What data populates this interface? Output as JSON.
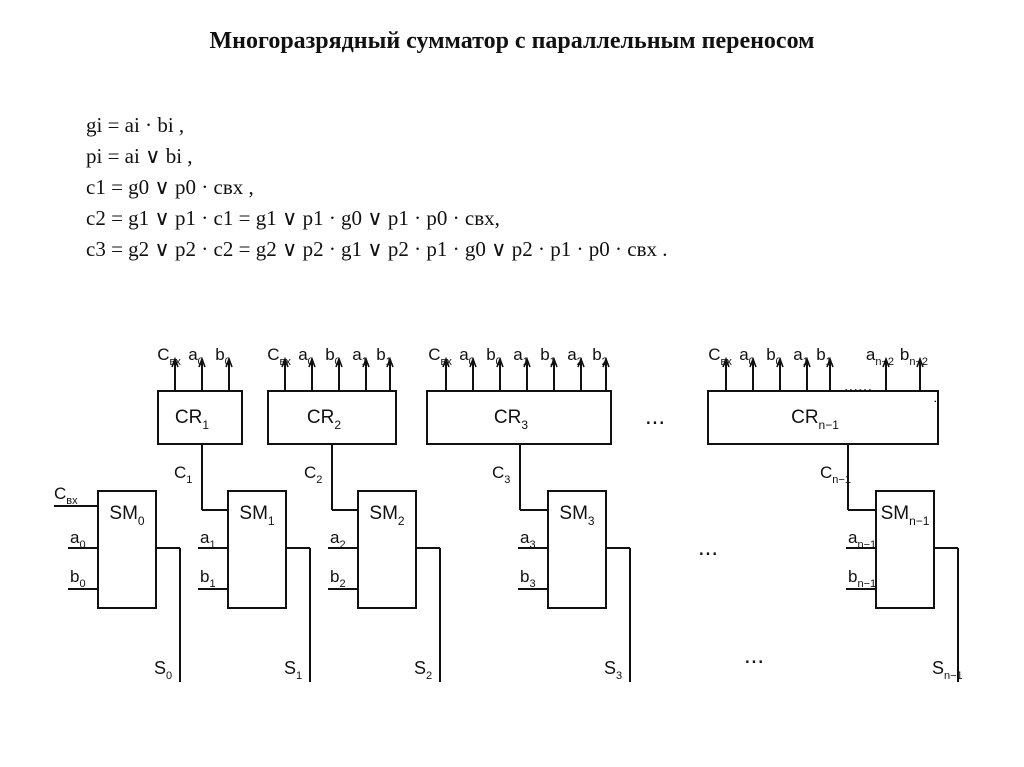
{
  "title": "Многоразрядный сумматор с параллельным переносом",
  "formulas": [
    "gi = ai · bi ,",
    "pi = ai ∨ bi ,",
    "c1 = g0 ∨ p0 · cвх ,",
    "c2 = g1 ∨ p1 · c1 = g1 ∨ p1 · g0 ∨ p1 · p0 · cвх,",
    "c3 = g2 ∨ p2 · c2 = g2 ∨ p2 · g1 ∨ p2 · p1 · g0 ∨ p2 · p1 · p0 · cвх ."
  ],
  "diagram": {
    "ellipsis": "...",
    "input_dots": "......",
    "carry_blocks": [
      {
        "name": "CR",
        "sub": "1",
        "inputs": [
          {
            "b": "C",
            "s": "вх"
          },
          {
            "b": "a",
            "s": "0"
          },
          {
            "b": "b",
            "s": "0"
          }
        ],
        "output": {
          "b": "C",
          "s": "1"
        }
      },
      {
        "name": "CR",
        "sub": "2",
        "inputs": [
          {
            "b": "C",
            "s": "вх"
          },
          {
            "b": "a",
            "s": "0"
          },
          {
            "b": "b",
            "s": "0"
          },
          {
            "b": "a",
            "s": "1"
          },
          {
            "b": "b",
            "s": "1"
          }
        ],
        "output": {
          "b": "C",
          "s": "2"
        }
      },
      {
        "name": "CR",
        "sub": "3",
        "inputs": [
          {
            "b": "C",
            "s": "вх"
          },
          {
            "b": "a",
            "s": "0"
          },
          {
            "b": "b",
            "s": "0"
          },
          {
            "b": "a",
            "s": "1"
          },
          {
            "b": "b",
            "s": "1"
          },
          {
            "b": "a",
            "s": "2"
          },
          {
            "b": "b",
            "s": "2"
          }
        ],
        "output": {
          "b": "C",
          "s": "3"
        }
      },
      {
        "name": "CR",
        "sub": "n−1",
        "inputs": [
          {
            "b": "C",
            "s": "вх"
          },
          {
            "b": "a",
            "s": "0"
          },
          {
            "b": "b",
            "s": "0"
          },
          {
            "b": "a",
            "s": "1"
          },
          {
            "b": "b",
            "s": "1"
          },
          {
            "b": "a",
            "s": "n−2"
          },
          {
            "b": "b",
            "s": "n−2"
          }
        ],
        "output": {
          "b": "C",
          "s": "n−1"
        }
      }
    ],
    "sum_blocks": [
      {
        "name": "SM",
        "sub": "0",
        "carry_in": {
          "b": "C",
          "s": "вх"
        },
        "a": {
          "b": "a",
          "s": "0"
        },
        "bb": {
          "b": "b",
          "s": "0"
        },
        "out": {
          "b": "S",
          "s": "0"
        }
      },
      {
        "name": "SM",
        "sub": "1",
        "a": {
          "b": "a",
          "s": "1"
        },
        "bb": {
          "b": "b",
          "s": "1"
        },
        "out": {
          "b": "S",
          "s": "1"
        }
      },
      {
        "name": "SM",
        "sub": "2",
        "a": {
          "b": "a",
          "s": "2"
        },
        "bb": {
          "b": "b",
          "s": "2"
        },
        "out": {
          "b": "S",
          "s": "2"
        }
      },
      {
        "name": "SM",
        "sub": "3",
        "a": {
          "b": "a",
          "s": "3"
        },
        "bb": {
          "b": "b",
          "s": "3"
        },
        "out": {
          "b": "S",
          "s": "3"
        }
      },
      {
        "name": "SM",
        "sub": "n−1",
        "a": {
          "b": "a",
          "s": "n−1"
        },
        "bb": {
          "b": "b",
          "s": "n−1"
        },
        "out": {
          "b": "S",
          "s": "n−1"
        }
      }
    ]
  }
}
